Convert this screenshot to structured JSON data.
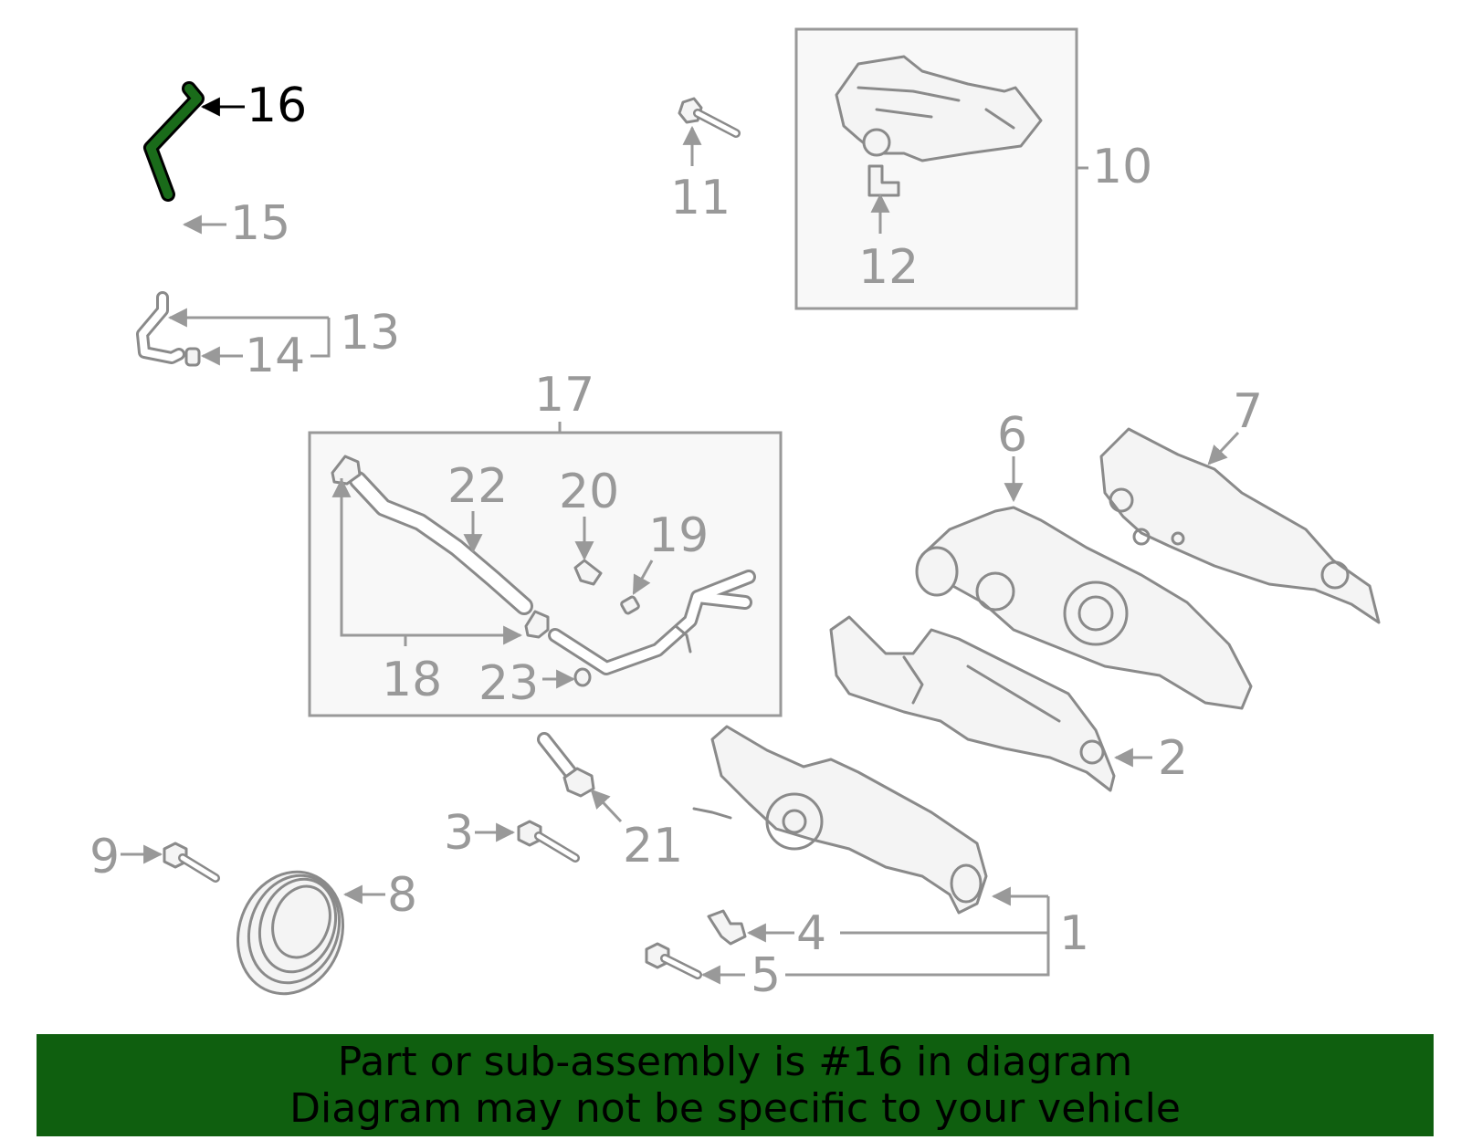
{
  "highlight_color": "#1a6b1a",
  "banner": {
    "background": "#0f5f0f",
    "line1": "Part or sub-assembly is #16 in diagram",
    "line2": "Diagram may not be specific to your vehicle"
  },
  "callouts": {
    "c1": "1",
    "c2": "2",
    "c3": "3",
    "c4": "4",
    "c5": "5",
    "c6": "6",
    "c7": "7",
    "c8": "8",
    "c9": "9",
    "c10": "10",
    "c11": "11",
    "c12": "12",
    "c13": "13",
    "c14": "14",
    "c15": "15",
    "c16": "16",
    "c17": "17",
    "c18": "18",
    "c19": "19",
    "c20": "20",
    "c21": "21",
    "c22": "22",
    "c23": "23"
  }
}
